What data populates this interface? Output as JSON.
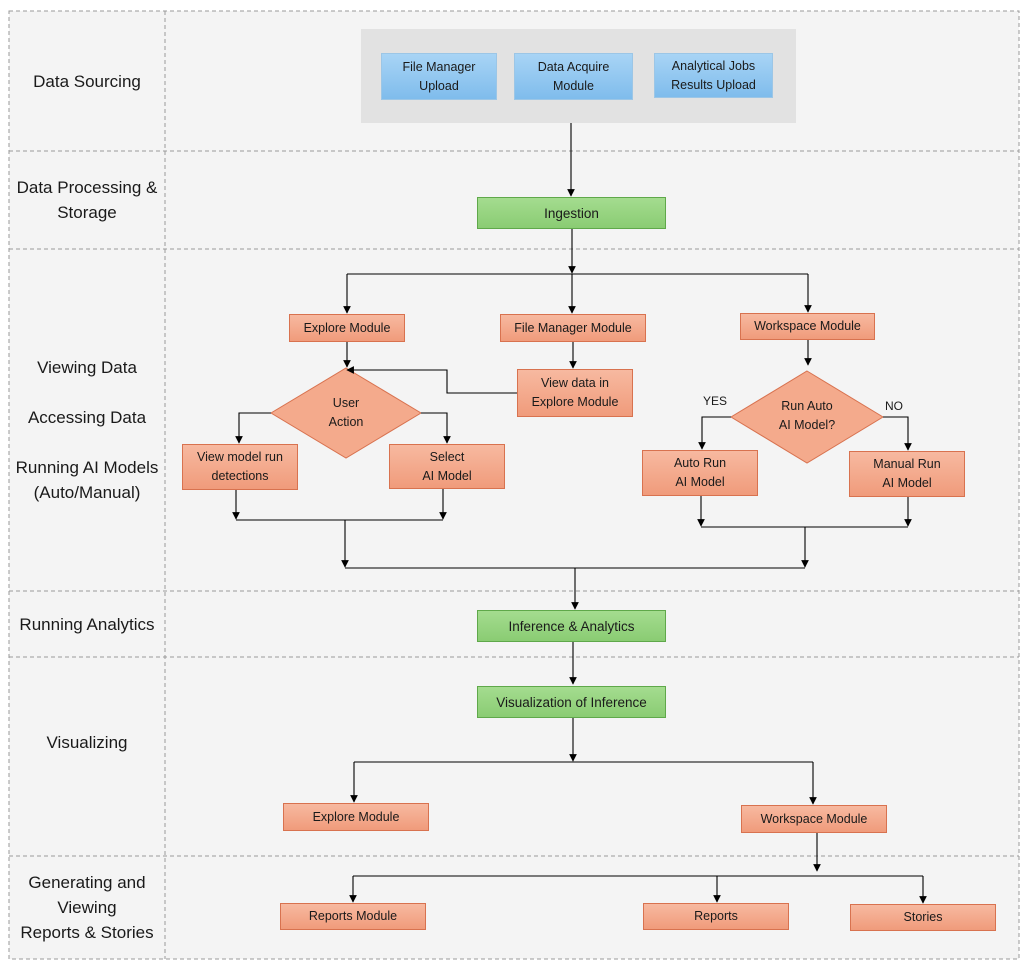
{
  "lanes": {
    "data_sourcing": "Data Sourcing",
    "processing": [
      "Data Processing &",
      "Storage"
    ],
    "viewing": [
      "Viewing Data",
      "Accessing Data",
      "Running AI Models\n(Auto/Manual)"
    ],
    "analytics": "Running Analytics",
    "visualizing": "Visualizing",
    "reports": [
      "Generating and",
      "Viewing",
      "Reports & Stories"
    ]
  },
  "sources": {
    "file_manager_upload": "File Manager\nUpload",
    "data_acquire": "Data Acquire\nModule",
    "analytical_jobs": "Analytical Jobs\nResults Upload"
  },
  "nodes": {
    "ingestion": "Ingestion",
    "explore_module": "Explore Module",
    "file_manager_module": "File Manager Module",
    "workspace_module": "Workspace Module",
    "user_action": "User\nAction",
    "view_in_explore": "View data in\nExplore Module",
    "view_detections": "View model run\ndetections",
    "select_ai_model": "Select\nAI Model",
    "run_auto_q": "Run Auto\nAI Model?",
    "auto_run": "Auto Run\nAI Model",
    "manual_run": "Manual Run\nAI Model",
    "inference_analytics": "Inference & Analytics",
    "visualization": "Visualization of Inference",
    "vis_explore": "Explore Module",
    "vis_workspace": "Workspace Module",
    "reports_module": "Reports Module",
    "reports": "Reports",
    "stories": "Stories"
  },
  "edge_labels": {
    "yes": "YES",
    "no": "NO"
  },
  "colors": {
    "lane_background": "#f4f4f4",
    "lane_border": "#9a9a9a",
    "source_group": "#e2e2e2",
    "source_box": "#8ec8f0",
    "process_box": "#94d17e",
    "module_box": "#f4aa8c",
    "arrow": "#000000"
  }
}
